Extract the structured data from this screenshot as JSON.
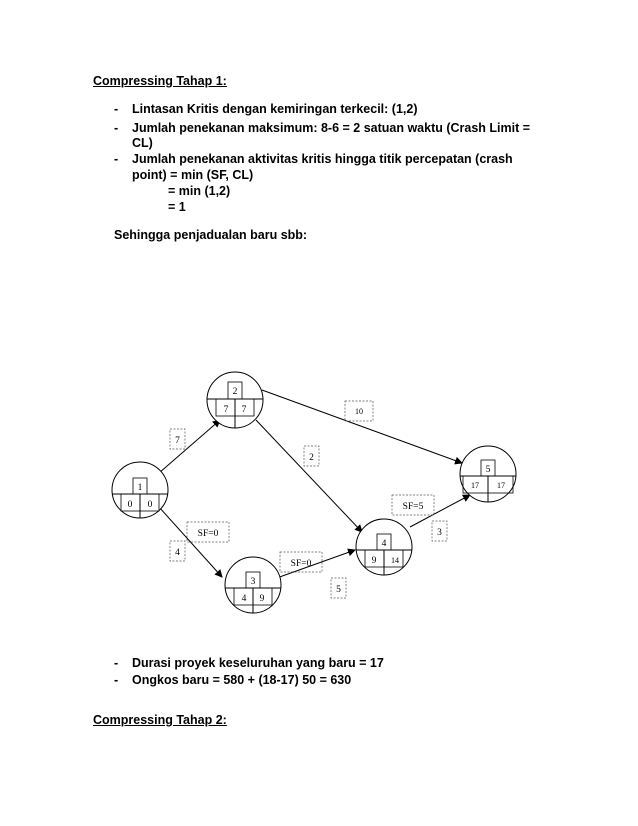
{
  "heading1": "Compressing Tahap 1:",
  "bullets1": [
    "Lintasan Kritis  dengan kemiringan terkecil: (1,2)",
    "Jumlah penekanan maksimum: 8-6 = 2 satuan waktu (Crash Limit =",
    "CL)",
    "Jumlah penekanan aktivitas kritis hingga titik percepatan (crash",
    "point) = min (SF, CL)",
    "=  min (1,2)",
    "=  1"
  ],
  "bullet_marker": "-",
  "sehingga": "Sehingga penjadualan baru sbb:",
  "diagram": {
    "nodes": [
      {
        "id": "1",
        "es": "0",
        "lf": "0"
      },
      {
        "id": "2",
        "es": "7",
        "lf": "7"
      },
      {
        "id": "3",
        "es": "4",
        "lf": "9"
      },
      {
        "id": "4",
        "es": "9",
        "lf": "14"
      },
      {
        "id": "5",
        "es": "17",
        "lf": "17"
      }
    ],
    "labels": {
      "a12": "7",
      "a13": "4",
      "a25": "10",
      "a24": "2",
      "a34": "5",
      "a45": "3",
      "sf13": "SF=0",
      "sf34": "SF=0",
      "sf45": "SF=5"
    }
  },
  "bullets2": [
    "Durasi proyek keseluruhan yang baru = 17",
    "Ongkos baru = 580 + (18-17) 50 = 630"
  ],
  "heading2": "Compressing Tahap 2:"
}
